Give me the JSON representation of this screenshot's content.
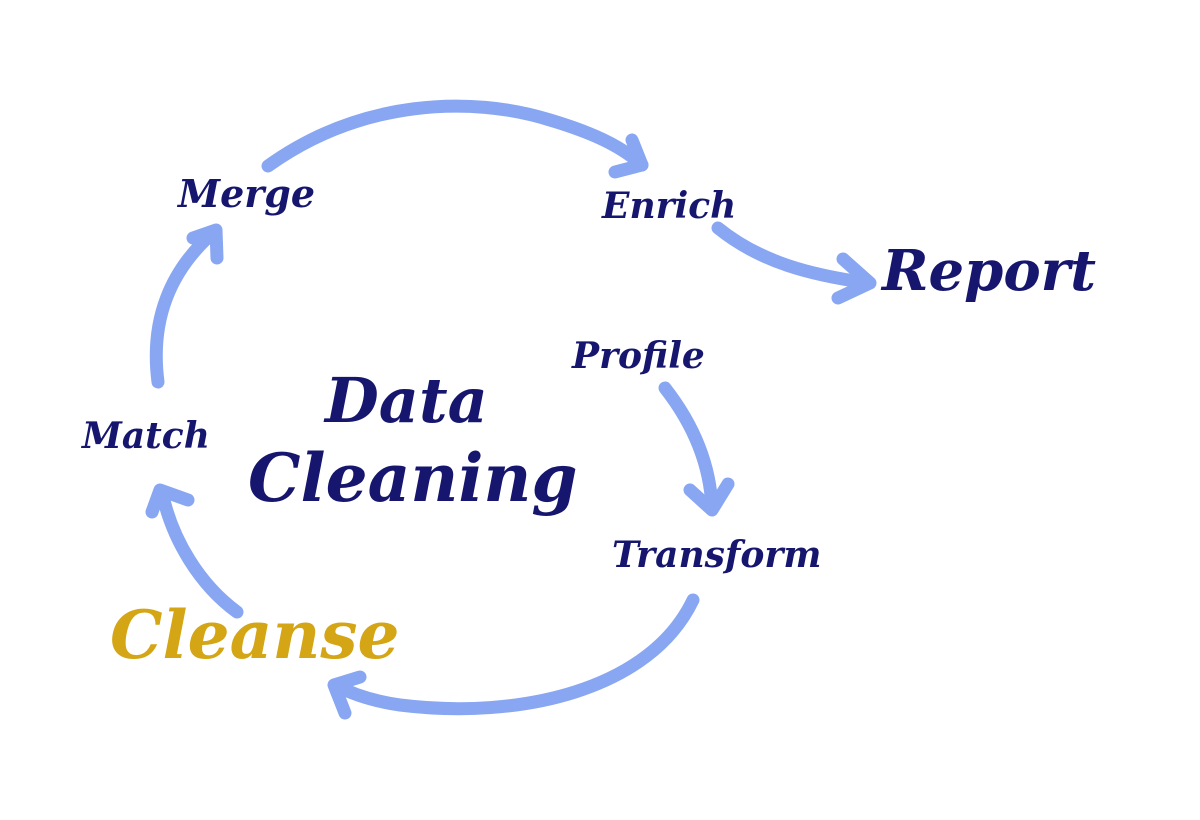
{
  "diagram": {
    "title": "Data Cleaning",
    "title_lines": [
      "Data",
      "Cleaning"
    ],
    "steps": [
      {
        "id": "profile",
        "label": "Profile"
      },
      {
        "id": "transform",
        "label": "Transform"
      },
      {
        "id": "cleanse",
        "label": "Cleanse",
        "highlighted": true
      },
      {
        "id": "match",
        "label": "Match"
      },
      {
        "id": "merge",
        "label": "Merge"
      },
      {
        "id": "enrich",
        "label": "Enrich"
      },
      {
        "id": "report",
        "label": "Report"
      }
    ],
    "flow": [
      "Profile",
      "Transform",
      "Cleanse",
      "Match",
      "Merge",
      "Enrich",
      "Report"
    ],
    "colors": {
      "text": "#16166e",
      "highlight": "#d4a514",
      "arrow": "#88a6f2",
      "background": "#ffffff"
    }
  }
}
